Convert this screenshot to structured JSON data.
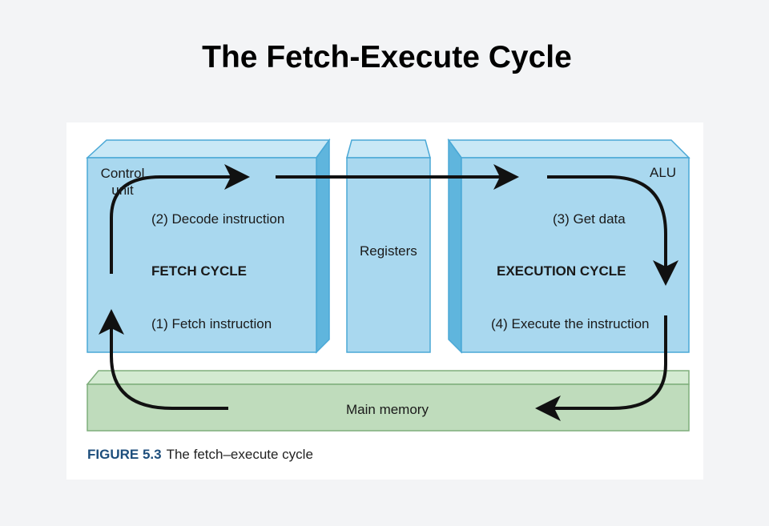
{
  "title": "The Fetch-Execute Cycle",
  "diagram": {
    "control_unit_label": "Control\nunit",
    "alu_label": "ALU",
    "registers_label": "Registers",
    "main_memory_label": "Main memory",
    "fetch_cycle_label": "FETCH CYCLE",
    "execution_cycle_label": "EXECUTION CYCLE",
    "step1": "(1) Fetch instruction",
    "step2": "(2) Decode instruction",
    "step3": "(3) Get data",
    "step4": "(4) Execute the instruction",
    "colors": {
      "box_front": "#a9d8ef",
      "box_top": "#c9e8f6",
      "box_side": "#5fb5dd",
      "box_edge": "#4aa8d6",
      "memory_front": "#bfdcbc",
      "memory_top": "#d3ead1",
      "memory_edge": "#7fae7c",
      "arrow": "#111111"
    }
  },
  "caption": {
    "figure": "FIGURE 5.3",
    "text": "The fetch–execute cycle"
  }
}
